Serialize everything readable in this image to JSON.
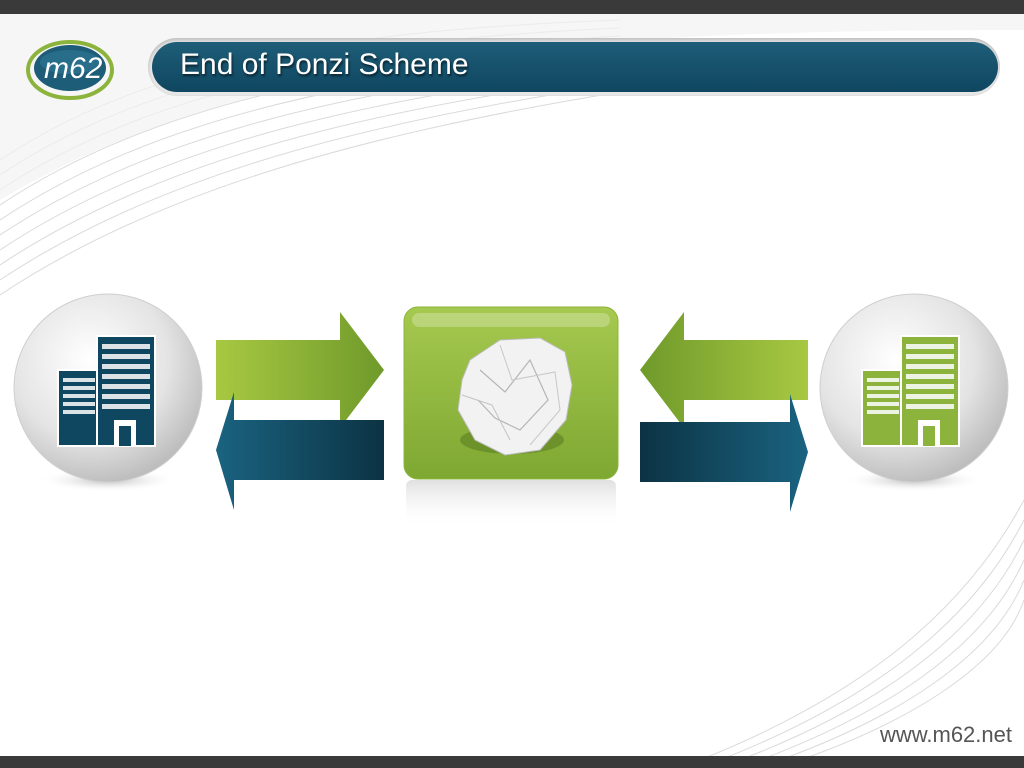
{
  "slide": {
    "title": "End of Ponzi Scheme",
    "footer_url": "www.m62.net"
  },
  "logo": {
    "text": "m62",
    "icon": "m62-logo"
  },
  "diagram": {
    "left_node": {
      "icon": "office-building-icon",
      "color": "#0f4660"
    },
    "center_node": {
      "icon": "crumpled-paper-icon",
      "color": "#8cb43c"
    },
    "right_node": {
      "icon": "office-building-icon",
      "color": "#8cb43c"
    },
    "arrows": [
      {
        "name": "arrow-left-to-center",
        "direction": "right",
        "color": "#8cb43c"
      },
      {
        "name": "arrow-center-to-left",
        "direction": "left",
        "color": "#0f4660"
      },
      {
        "name": "arrow-right-to-center",
        "direction": "left",
        "color": "#8cb43c"
      },
      {
        "name": "arrow-center-to-right",
        "direction": "right",
        "color": "#0f4660"
      }
    ]
  },
  "colors": {
    "brand_teal": "#0f4660",
    "brand_green": "#8cb43c",
    "frame_dark": "#3a3a3a"
  }
}
